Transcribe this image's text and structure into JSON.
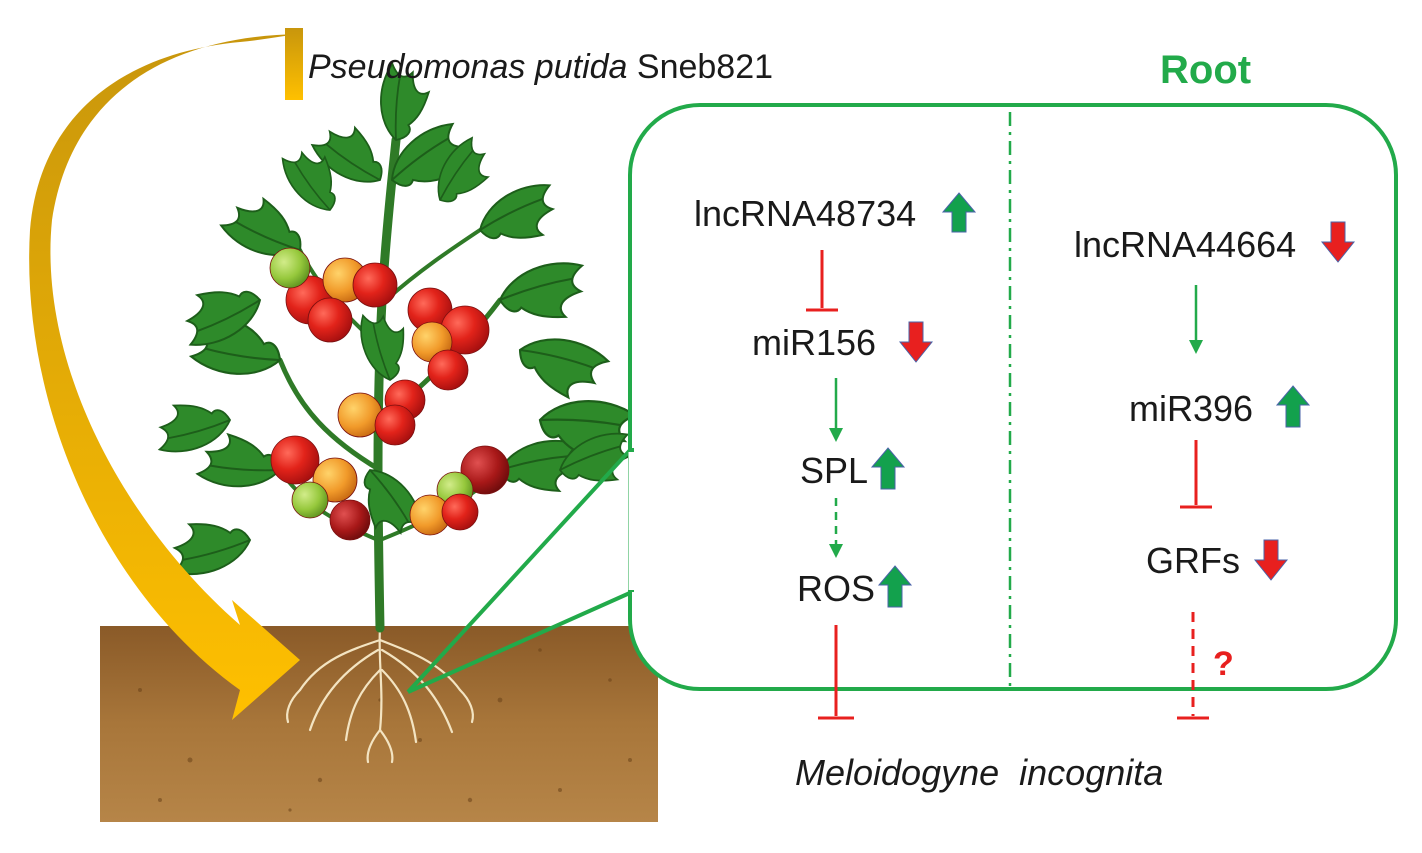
{
  "bacteria": {
    "genus_species": "Pseudomonas putida",
    "strain": "Sneb821"
  },
  "box_title": "Root",
  "left_pathway": [
    {
      "label": "lncRNA48734",
      "trend": "up"
    },
    {
      "label": "miR156",
      "trend": "down"
    },
    {
      "label": "SPL",
      "trend": "up"
    },
    {
      "label": "ROS",
      "trend": "up"
    }
  ],
  "right_pathway": [
    {
      "label": "lncRNA44664",
      "trend": "down"
    },
    {
      "label": "miR396",
      "trend": "up"
    },
    {
      "label": "GRFs",
      "trend": "down"
    }
  ],
  "unknown_marker": "?",
  "nematode": {
    "genus": "Meloidogyne",
    "species": "incognita"
  },
  "colors": {
    "box_border": "#22aa4a",
    "up_arrow": "#13a14d",
    "down_arrow": "#e8201f",
    "activation": "#22aa4a",
    "inhibition": "#e8201f",
    "soil": "#9c6b33",
    "curved_arrow": "#f2b705"
  },
  "icons": [
    "tomato-plant-illustration",
    "soil-block",
    "curved-arrow",
    "up-arrow-icon",
    "down-arrow-icon"
  ]
}
